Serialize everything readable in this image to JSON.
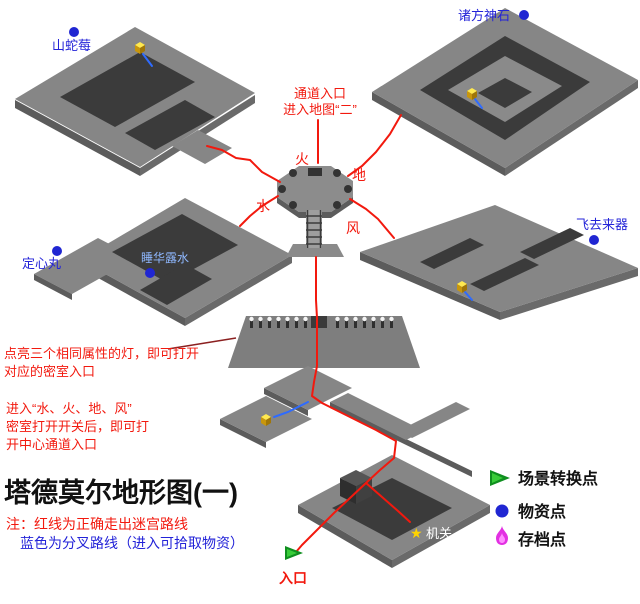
{
  "title": "塔德莫尔地形图(一)",
  "notes": {
    "line1": "注：红线为正确走出迷宫路线",
    "line2": "蓝色为分叉路线（进入可拾取物资）"
  },
  "hub": {
    "fire": "火",
    "earth": "地",
    "water": "水",
    "wind": "风"
  },
  "annotations": {
    "passage_line1": "通道入口",
    "passage_line2": "进入地图“二”",
    "lamps_line1": "点亮三个相同属性的灯，即可打开",
    "lamps_line2": "对应的密室入口",
    "secret_line1": "进入“水、火、地、风”",
    "secret_line2": "密室打开开关后，即可打",
    "secret_line3": "开中心通道入口"
  },
  "items": {
    "berry": "山蛇莓",
    "stone": "诸方神石",
    "pill": "定心丸",
    "dew": "睡华露水",
    "boomerang": "飞去来器",
    "mechanism_star": "★",
    "mechanism": "机关",
    "entrance": "入口"
  },
  "legend": {
    "items": [
      {
        "icon": "scene-transition-arrow-icon",
        "label": "场景转换点"
      },
      {
        "icon": "supply-point-icon",
        "label": "物资点"
      },
      {
        "icon": "save-point-icon",
        "label": "存档点"
      }
    ]
  },
  "colors": {
    "route_red": "#f2190e",
    "branch_blue": "#2e6bff",
    "label_blue": "#2323d8",
    "annotation_red": "#f2190e",
    "platform_gray": "#868686",
    "corridor_dark": "#3b3b3b",
    "legend_green": "#0f8f1f",
    "supply_blue": "#2026d2",
    "save_magenta": "#e230e2",
    "chest_yellow": "#ffe94f",
    "star_yellow": "#ffd400"
  }
}
